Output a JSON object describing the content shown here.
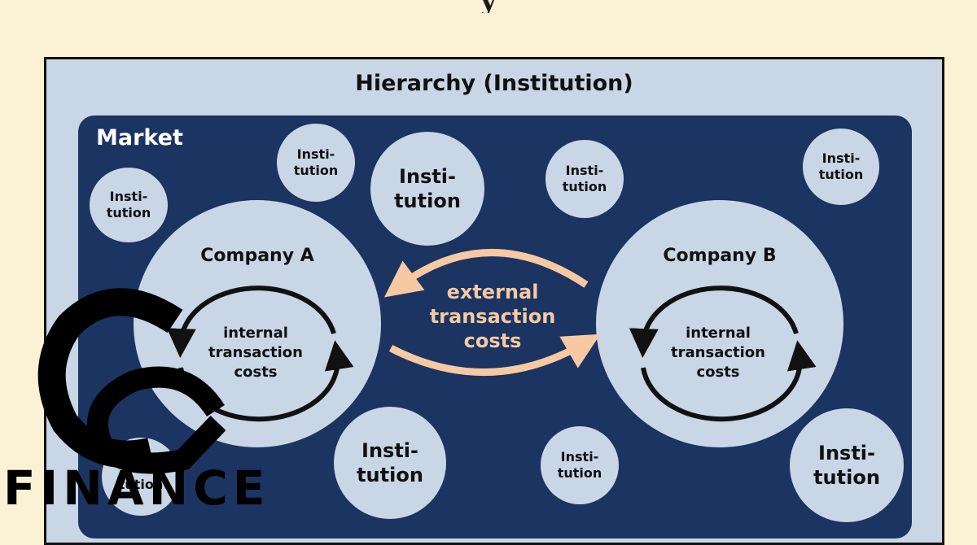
{
  "diagram": {
    "top_title_fragment": "                                        y",
    "hierarchy_title": "Hierarchy (Institution)",
    "market_title": "Market",
    "external_label": [
      "external",
      "transaction",
      "costs"
    ],
    "companies": [
      {
        "title": "Company A",
        "internal_label": [
          "internal",
          "transaction",
          "costs"
        ]
      },
      {
        "title": "Company B",
        "internal_label": [
          "internal",
          "transaction",
          "costs"
        ]
      }
    ],
    "institutions": [
      [
        "Insti-",
        "tution"
      ],
      [
        "Insti-",
        "tution"
      ],
      [
        "Insti-",
        "tution"
      ],
      [
        "Insti-",
        "tution"
      ],
      [
        "Insti-",
        "tution"
      ],
      [
        "Insti-",
        "tution"
      ],
      [
        "Insti-",
        "tution"
      ],
      [
        "Insti-",
        "tution"
      ],
      [
        "Insti-",
        "tution"
      ]
    ]
  },
  "logo": {
    "text": "FINANCE",
    "icon": "swirl-c-logo-icon"
  },
  "colors": {
    "background": "#fbf1d4",
    "hierarchy": "#c8d6e6",
    "market": "#1b3461",
    "external_arrow": "#f6c9a2",
    "internal_arrow": "#111111"
  }
}
